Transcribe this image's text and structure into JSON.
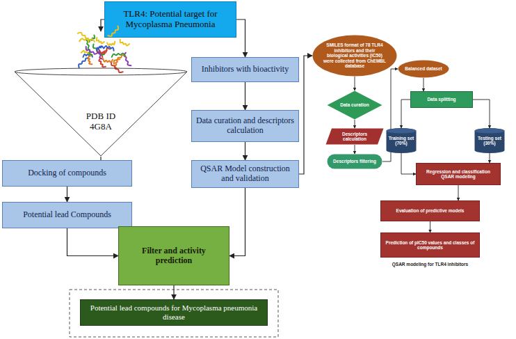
{
  "diagram": {
    "nodes": [
      {
        "text": [
          "TLR4: Potential target for Mycoplasma Pneumonia"
        ]
      },
      {
        "text": [
          "PDB ID 4G8A"
        ]
      },
      {
        "text": [
          "Docking of compounds"
        ]
      },
      {
        "text": [
          "Potential lead Compounds"
        ]
      },
      {
        "text": [
          "Inhibitors with bioactivity"
        ]
      },
      {
        "text": [
          "Data curation and descriptors calculation"
        ]
      },
      {
        "text": [
          "QSAR Model construction and validation"
        ]
      },
      {
        "text": [
          "Filter and activity prediction"
        ]
      },
      {
        "text": [
          "Potential lead compounds for Mycoplasma pneumonia disease"
        ]
      },
      {
        "text": [
          "SMILES format of 78 TLR4 inhibitors and their biological activities (IC50) were collected from ChEMBL database"
        ]
      },
      {
        "text": [
          "Data curation"
        ]
      },
      {
        "text": [
          "Descriptors calculation"
        ]
      },
      {
        "text": [
          "Descriptors filtering"
        ]
      },
      {
        "text": [
          "Balanced dataset"
        ]
      },
      {
        "text": [
          "Data splitting"
        ]
      },
      {
        "text": [
          "Training set (70%)"
        ]
      },
      {
        "text": [
          "Testing set (30%)"
        ]
      },
      {
        "text": [
          "Regression and classification QSAR modeling"
        ]
      },
      {
        "text": [
          "Evaluation of predictive models"
        ]
      },
      {
        "text": [
          "Prediction of pIC50 values and classes of compounds"
        ]
      }
    ],
    "edges": [
      {
        "from": 0,
        "to": 1,
        "arrow": "to"
      },
      {
        "from": 1,
        "to": 2,
        "arrow": "none"
      },
      {
        "from": 2,
        "to": 3,
        "arrow": "to"
      },
      {
        "from": 0,
        "to": 4,
        "arrow": "to"
      },
      {
        "from": 4,
        "to": 5,
        "arrow": "to"
      },
      {
        "from": 5,
        "to": 6,
        "arrow": "to"
      },
      {
        "from": 3,
        "to": 7,
        "arrow": "to"
      },
      {
        "from": 6,
        "to": 7,
        "arrow": "to"
      },
      {
        "from": 6,
        "to": 9,
        "arrow": "to"
      },
      {
        "from": 7,
        "to": 8,
        "arrow": "to"
      },
      {
        "from": 9,
        "to": 10,
        "arrow": "to"
      },
      {
        "from": 10,
        "to": 11,
        "arrow": "to"
      },
      {
        "from": 11,
        "to": 12,
        "arrow": "to"
      },
      {
        "from": 12,
        "to": 13,
        "arrow": "to"
      },
      {
        "from": 13,
        "to": 14,
        "arrow": "to"
      },
      {
        "from": 14,
        "to": 15,
        "arrow": "to"
      },
      {
        "from": 14,
        "to": 16,
        "arrow": "to"
      },
      {
        "from": 15,
        "to": 17,
        "arrow": "to"
      },
      {
        "from": 16,
        "to": 17,
        "arrow": "to"
      },
      {
        "from": 17,
        "to": 18,
        "arrow": "to"
      },
      {
        "from": 18,
        "to": 19,
        "arrow": "to"
      }
    ],
    "labels": [
      "QSAR modeling for TLR4 inhibitors"
    ]
  }
}
